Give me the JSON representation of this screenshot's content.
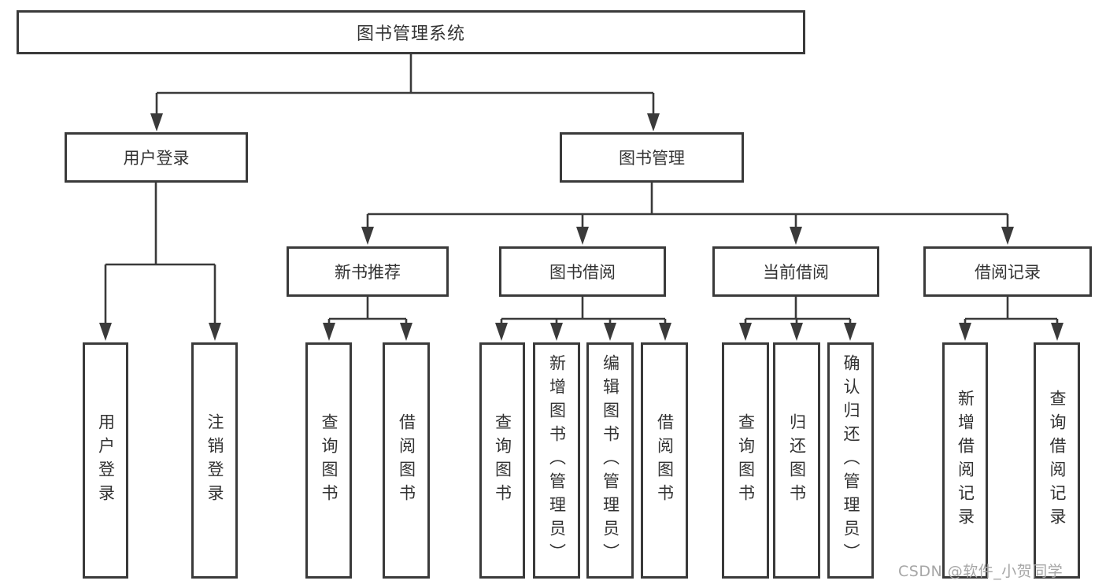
{
  "nodes": {
    "root": "图书管理系统",
    "user_login": "用户登录",
    "book_mgmt": "图书管理",
    "new_book_rec": "新书推荐",
    "book_borrow": "图书借阅",
    "current_borrow": "当前借阅",
    "borrow_record": "借阅记录",
    "leaf_user_login": "用户登录",
    "leaf_logout": "注销登录",
    "leaf_query_book_rec": "查询图书",
    "leaf_borrow_book_rec": "借阅图书",
    "leaf_query_book_borrow": "查询图书",
    "leaf_add_book_admin": "新增图书（管理员）",
    "leaf_edit_book_admin": "编辑图书（管理员）",
    "leaf_borrow_book_borrow": "借阅图书",
    "leaf_query_book_current": "查询图书",
    "leaf_return_book": "归还图书",
    "leaf_confirm_return_admin": "确认归还（管理员）",
    "leaf_add_borrow_record": "新增借阅记录",
    "leaf_query_borrow_record": "查询借阅记录"
  },
  "watermark": "CSDN @软件_小贺同学",
  "colors": {
    "line": "#3a3a3a",
    "text": "#333333",
    "watermark": "#a6a6a6",
    "background": "#ffffff"
  }
}
